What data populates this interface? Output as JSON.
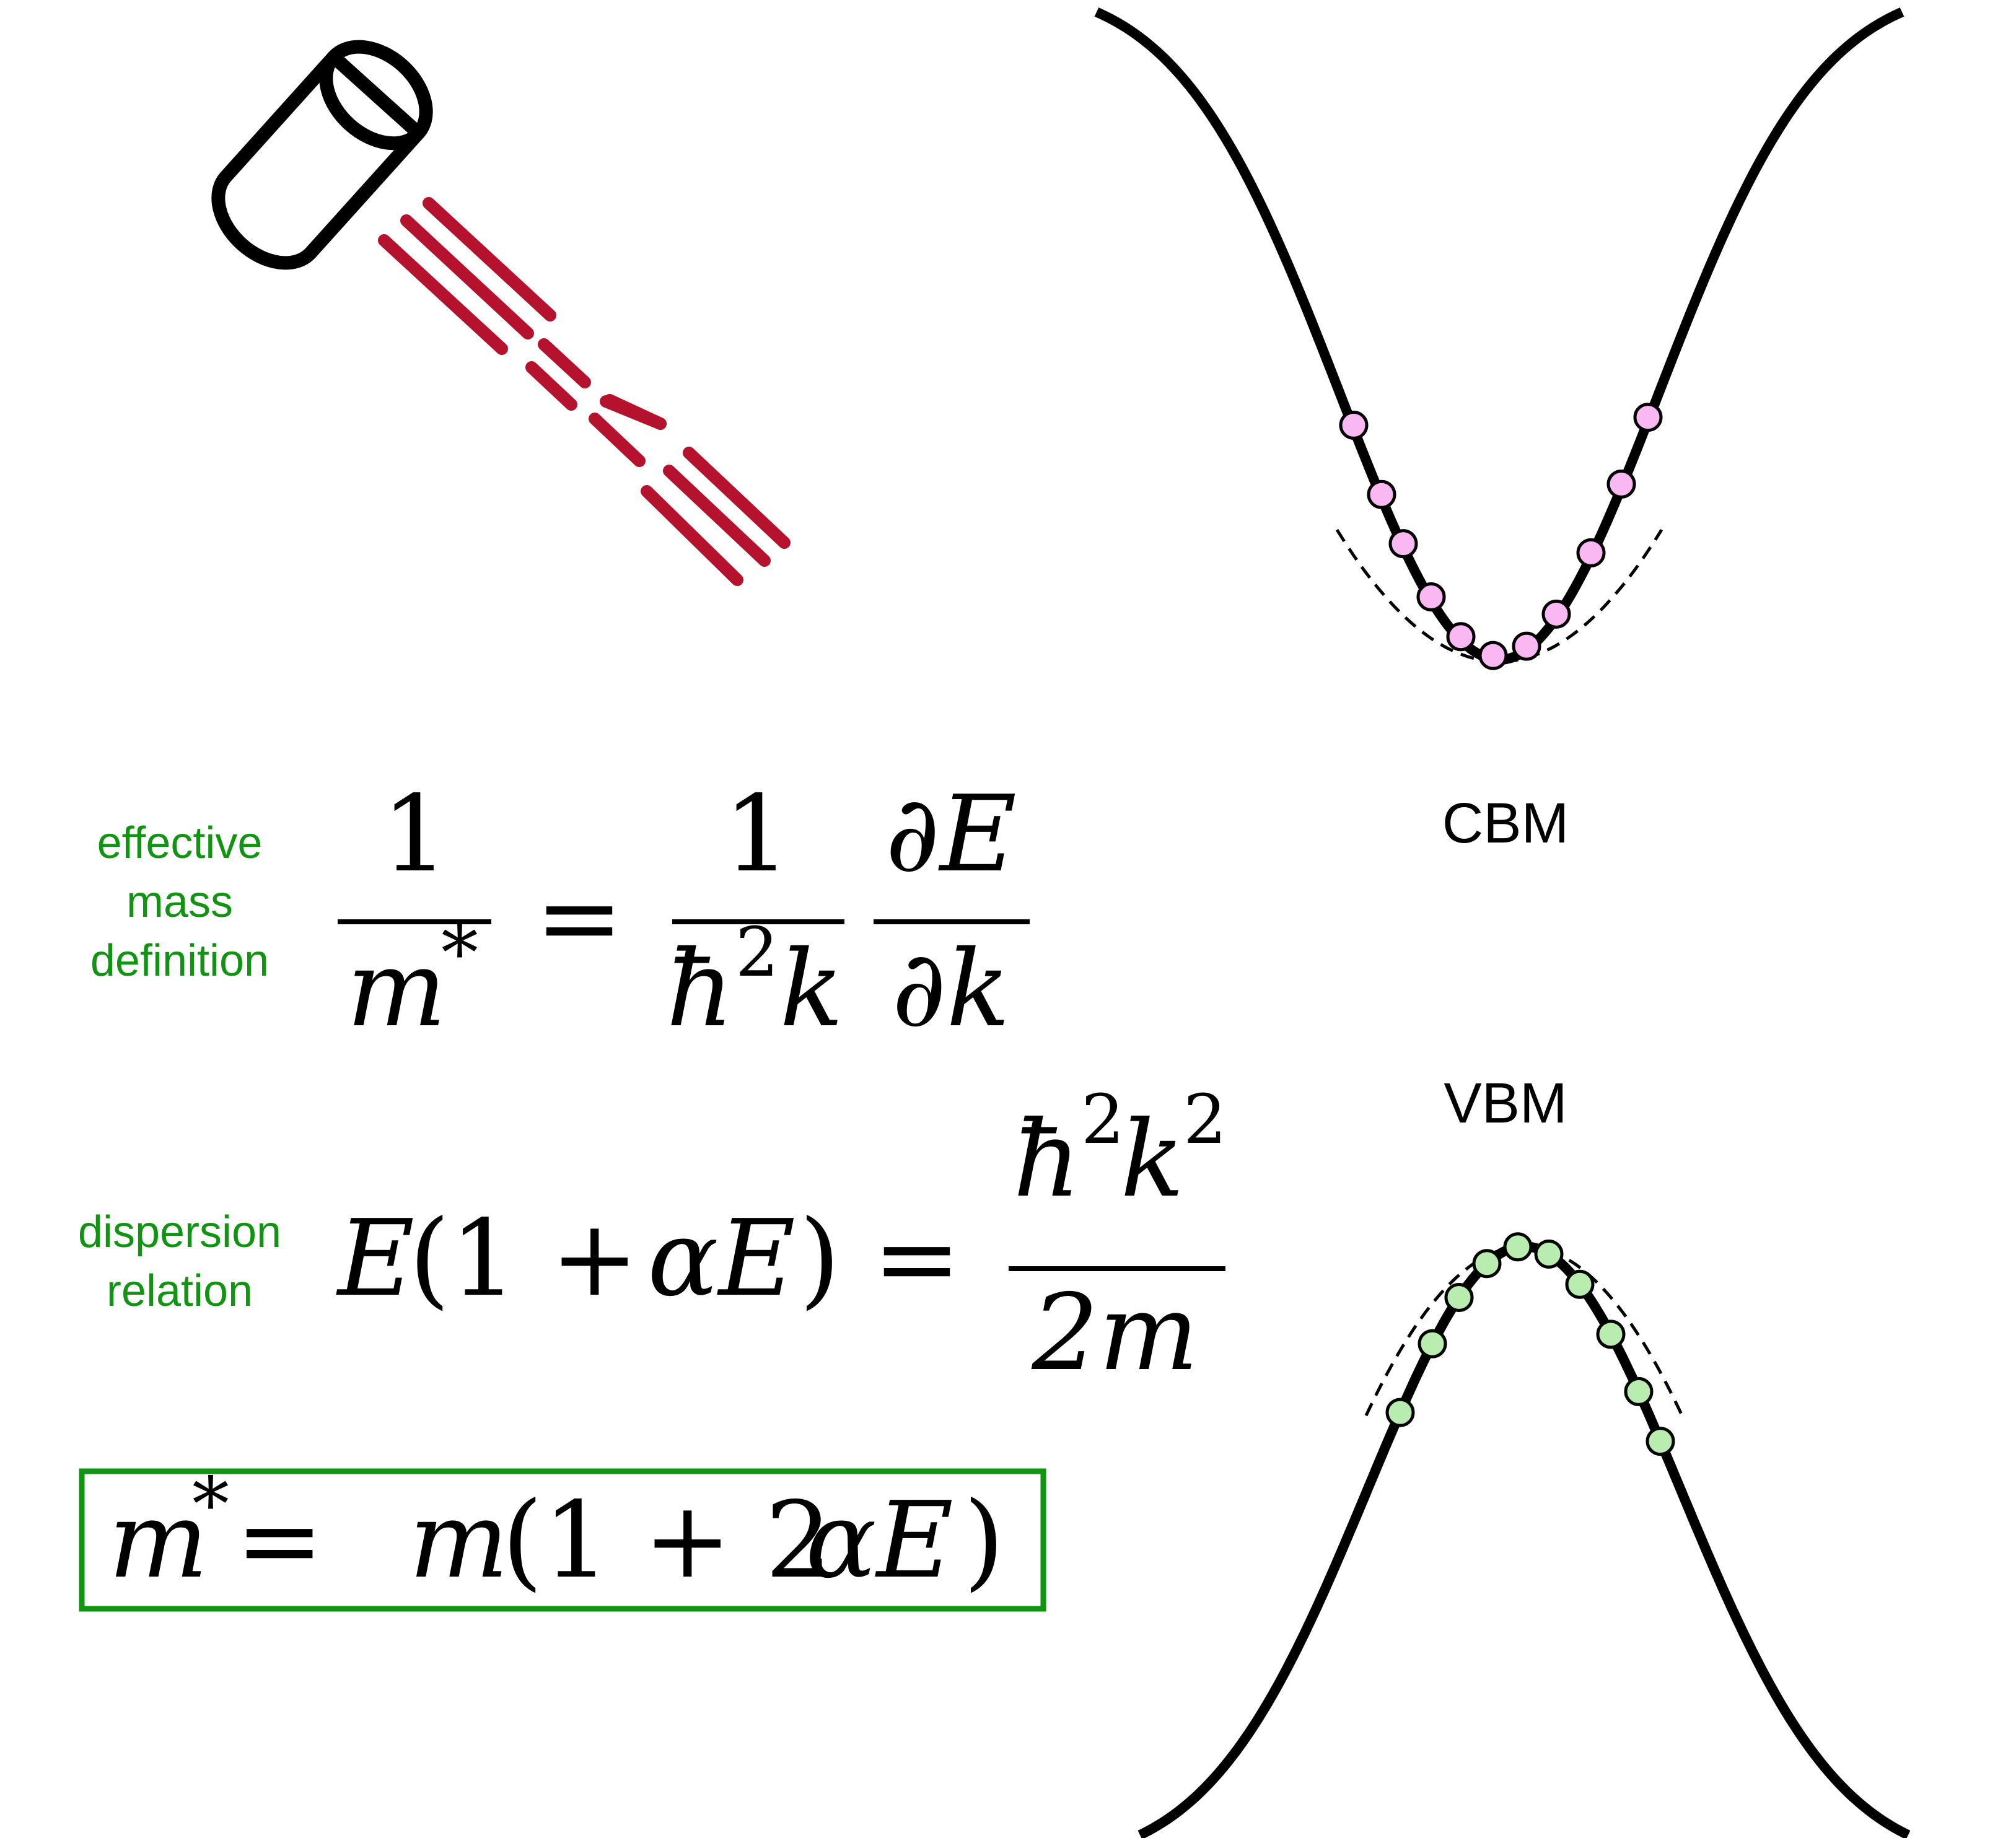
{
  "labels": {
    "effective_mass_line1": "effective",
    "effective_mass_line2": "mass",
    "effective_mass_line3": "definition",
    "dispersion_line1": "dispersion",
    "dispersion_line2": "relation",
    "cbm": "CBM",
    "vbm": "VBM"
  },
  "equations": {
    "effmass_lhs_num": "1",
    "effmass_lhs_den_m": "m",
    "effmass_lhs_den_star": "*",
    "effmass_eq": "=",
    "effmass_rhs1_num": "1",
    "effmass_rhs1_den_hbar": "ħ",
    "effmass_rhs1_den_sup": "2",
    "effmass_rhs1_den_k": "k",
    "effmass_rhs2_num": "∂E",
    "effmass_rhs2_den": "∂k",
    "disp_lhs_E": "E",
    "disp_lhs_paren": "(1 + ",
    "disp_lhs_alpha": "αE",
    "disp_lhs_close": ")",
    "disp_eq": "=",
    "disp_num_hbar": "ħ",
    "disp_num_sup1": "2",
    "disp_num_k": "k",
    "disp_num_sup2": "2",
    "disp_den": "2m",
    "result_m": "m",
    "result_star": "*",
    "result_mid": " = ",
    "result_m2": "m",
    "result_paren": "(1 + 2",
    "result_alpha": "αE",
    "result_close": ")"
  },
  "colors": {
    "green": "#119411",
    "laser_red": "#b5122e",
    "cbm_fill": "#f9b8f2",
    "vbm_fill": "#b9ecaf",
    "ink": "#000000"
  },
  "icons": {
    "laser": "laser-emitter-icon"
  }
}
